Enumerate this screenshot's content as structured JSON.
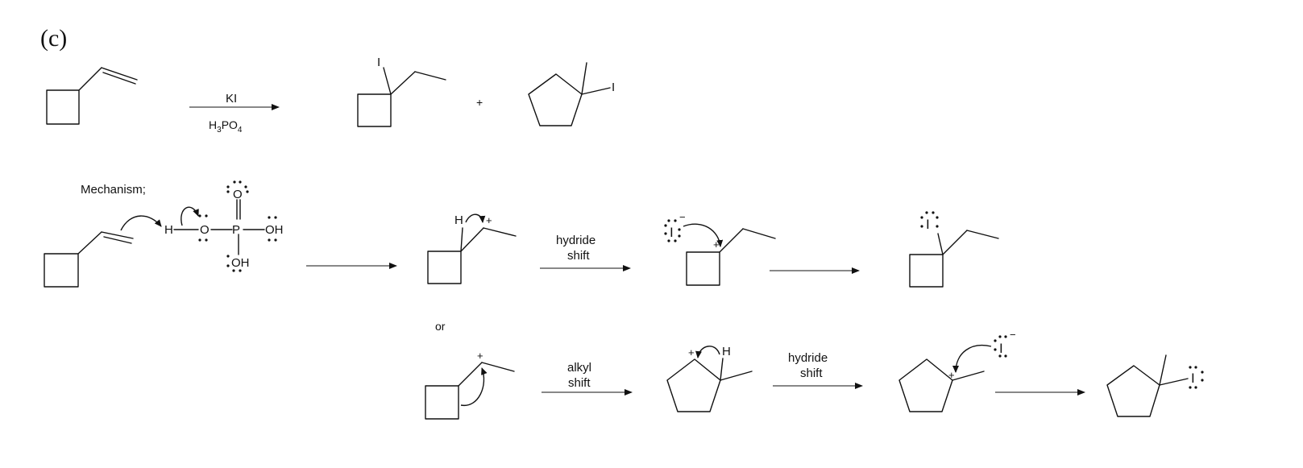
{
  "part_label": "(c)",
  "reaction": {
    "reagent_top": "KI",
    "reagent_bottom_base": "H",
    "reagent_bottom_sub1": "3",
    "reagent_bottom_mid": "PO",
    "reagent_bottom_sub2": "4",
    "plus_sign": "+",
    "product1_iodine": "I",
    "product2_iodine": "I"
  },
  "mechanism": {
    "title": "Mechanism;",
    "acid": {
      "h": "H",
      "o_bridge": "O",
      "p": "P",
      "o_double": "O",
      "oh_right": "OH",
      "oh_bottom": "OH"
    },
    "step1_hydrogen": "H",
    "step1_charge": "+",
    "hydride_shift_line1": "hydride",
    "hydride_shift_line2": "shift",
    "iodide_top": "I",
    "iodide_top_charge": "−",
    "intermediate_top_charge": "+",
    "product_top_iodine": "I",
    "or_label": "or",
    "lower_charge": "+",
    "alkyl_shift_line1": "alkyl",
    "alkyl_shift_line2": "shift",
    "cyclopentyl_charge": "+",
    "cyclopentyl_hydrogen": "H",
    "hydride_shift2_line1": "hydride",
    "hydride_shift2_line2": "shift",
    "tertiary_charge": "+",
    "iodide_lower": "I",
    "iodide_lower_charge": "−",
    "final_iodine": "I"
  }
}
